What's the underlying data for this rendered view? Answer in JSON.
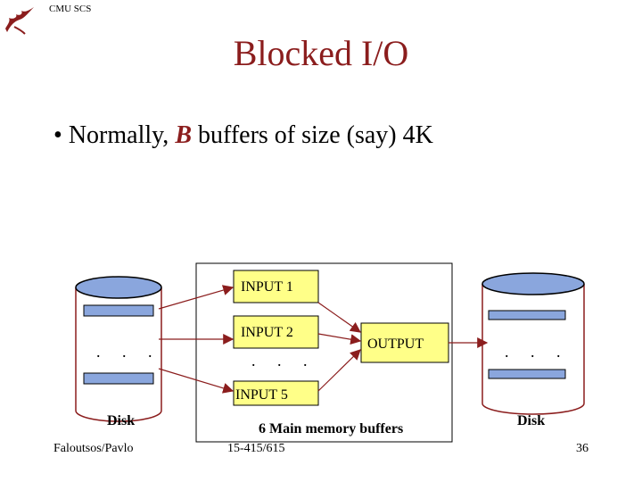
{
  "header": {
    "label": "CMU SCS"
  },
  "slide": {
    "title": "Blocked I/O",
    "bullet_prefix": "Normally, ",
    "bullet_var": "B",
    "bullet_suffix": " buffers of size (say) 4K"
  },
  "diagram": {
    "input1": "INPUT 1",
    "input2": "INPUT 2",
    "input5": "INPUT 5",
    "output": "OUTPUT",
    "dots": ". . .",
    "disk_left": "Disk",
    "disk_right": "Disk",
    "caption": "6 Main memory buffers"
  },
  "footer": {
    "left": "Faloutsos/Pavlo",
    "course": "15-415/615",
    "page": "36"
  },
  "colors": {
    "title": "#8b1d1d",
    "disk_fill": "#8aa6dd",
    "buffer_fill": "#ffff88",
    "arrow": "#8b1d1d"
  }
}
